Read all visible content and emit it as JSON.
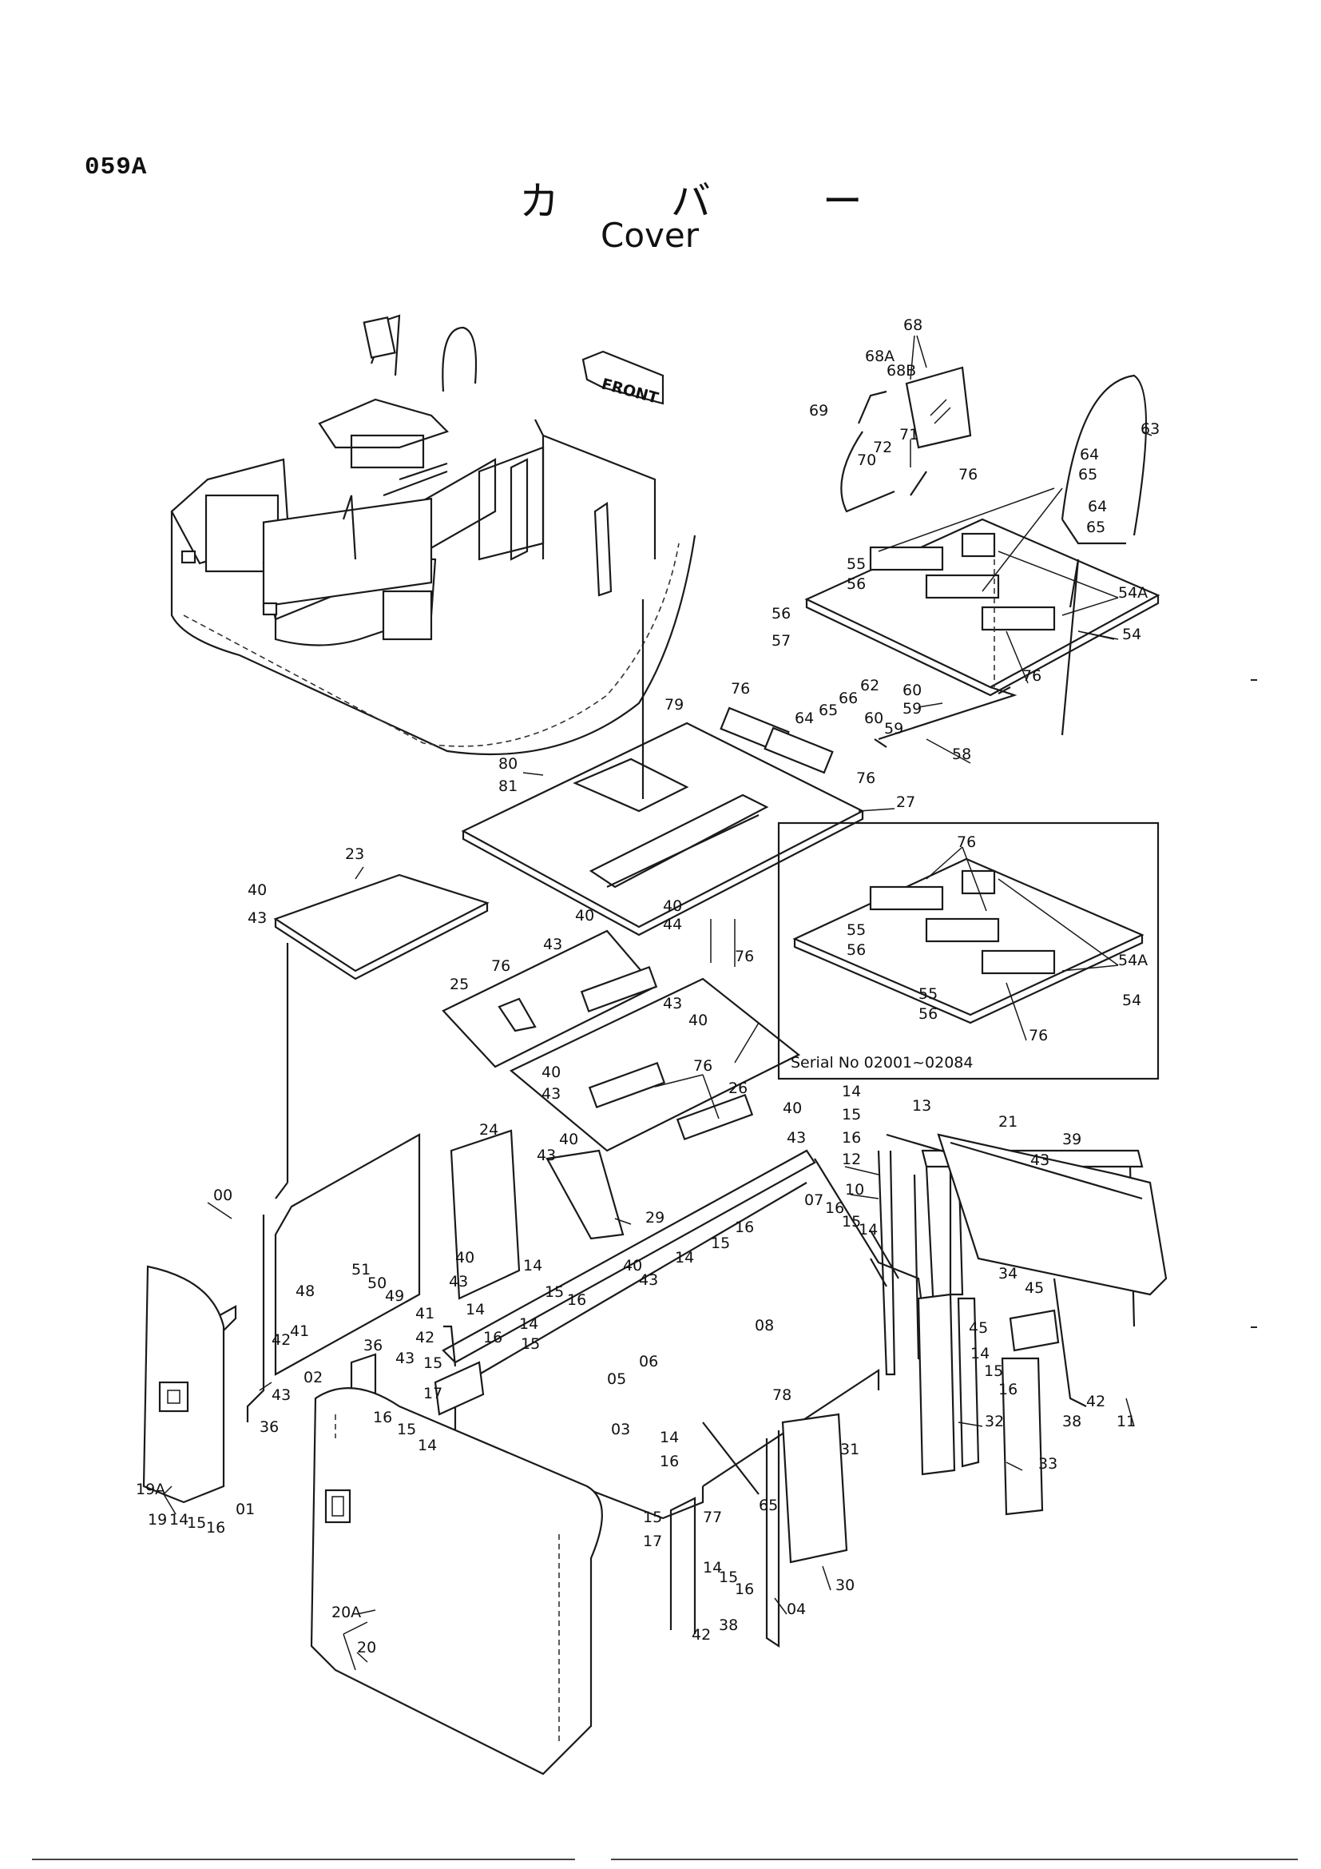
{
  "page": {
    "code": "059A",
    "title_jp": "カ バ ー",
    "title_en": "Cover"
  },
  "diagram": {
    "front_label": "FRONT",
    "inset_serial": "Serial No 02001~02084",
    "part_labels": [
      "00",
      "01",
      "02",
      "03",
      "04",
      "05",
      "06",
      "07",
      "08",
      "10",
      "11",
      "12",
      "13",
      "14",
      "15",
      "16",
      "17",
      "19",
      "19A",
      "20",
      "20A",
      "21",
      "23",
      "24",
      "25",
      "26",
      "27",
      "29",
      "30",
      "31",
      "32",
      "33",
      "34",
      "36",
      "38",
      "39",
      "40",
      "41",
      "42",
      "43",
      "44",
      "45",
      "48",
      "49",
      "50",
      "51",
      "54",
      "54A",
      "55",
      "56",
      "57",
      "58",
      "59",
      "60",
      "62",
      "63",
      "64",
      "65",
      "66",
      "68",
      "68A",
      "68B",
      "69",
      "70",
      "71",
      "72",
      "76",
      "77",
      "78",
      "79",
      "80",
      "81"
    ]
  }
}
